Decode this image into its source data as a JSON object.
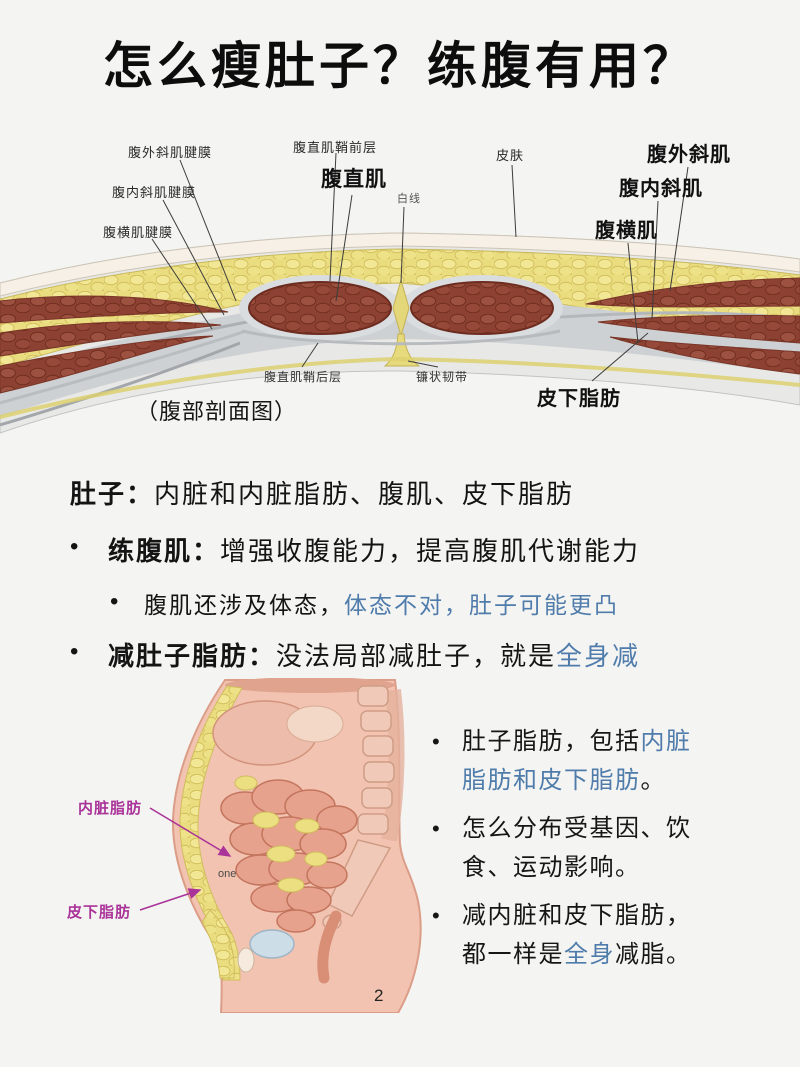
{
  "page": {
    "title": "怎么瘦肚子？练腹有用？",
    "page_number": "2",
    "watermark": "one"
  },
  "ui": {
    "bullet": "•"
  },
  "colors": {
    "accent_blue": "#4f7cab",
    "label_magenta": "#aa3399",
    "fat_yellow": "#ecdf82",
    "muscle_brown": "#8d4132"
  },
  "cross_section": {
    "caption": "（腹部剖面图）",
    "labels": {
      "ext_oblique_apo": "腹外斜肌腱膜",
      "int_oblique_apo": "腹内斜肌腱膜",
      "transversus_apo": "腹横肌腱膜",
      "rectus_sheath_front": "腹直肌鞘前层",
      "rectus": "腹直肌",
      "linea_alba": "白线",
      "skin": "皮肤",
      "ext_oblique": "腹外斜肌",
      "int_oblique": "腹内斜肌",
      "transversus": "腹横肌",
      "rectus_sheath_back": "腹直肌鞘后层",
      "falciform": "镰状韧带",
      "subcut_fat": "皮下脂肪"
    }
  },
  "summary": {
    "intro": {
      "lead": "肚子：",
      "rest": "内脏和内脏脂肪、腹肌、皮下脂肪"
    },
    "bullet1": {
      "lead": "练腹肌：",
      "rest": "增强收腹能力，提高腹肌代谢能力"
    },
    "bullet1_sub": {
      "black": "腹肌还涉及体态，",
      "blue": "体态不对，肚子可能更凸"
    },
    "bullet2": {
      "lead": "减肚子脂肪：",
      "black": "没法局部减肚子，就是",
      "blue": "全身减"
    }
  },
  "sagittal": {
    "labels": {
      "visceral_fat": "内脏脂肪",
      "subcut_fat": "皮下脂肪"
    },
    "bullets": [
      {
        "pre": "肚子脂肪，包括",
        "blue": "内脏脂肪和皮下脂肪",
        "post": "。"
      },
      {
        "pre": "怎么分布受基因、饮食、运动影响。",
        "blue": "",
        "post": ""
      },
      {
        "pre": "减内脏和皮下脂肪，都一样是",
        "blue": "全身",
        "post": "减脂。"
      }
    ]
  }
}
